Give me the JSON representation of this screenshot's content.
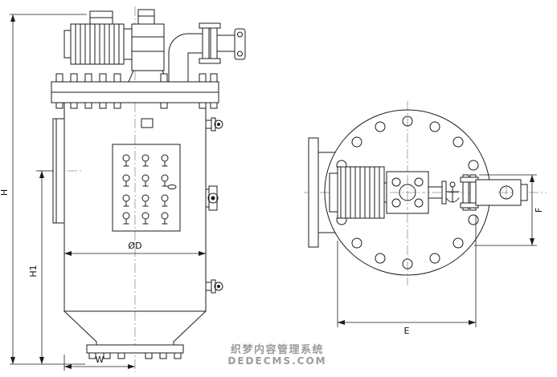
{
  "labels": {
    "H": "H",
    "H1": "H1",
    "W": "W",
    "D": "ØD",
    "E": "E",
    "F": "F"
  },
  "watermark": {
    "line1": "织梦内容管理系统",
    "line2": "DEDECMS.COM"
  },
  "colors": {
    "line": "#1b1b1b",
    "centerline": "#8f8f8f",
    "watermark": "#9b9b9b",
    "background": "#ffffff"
  }
}
